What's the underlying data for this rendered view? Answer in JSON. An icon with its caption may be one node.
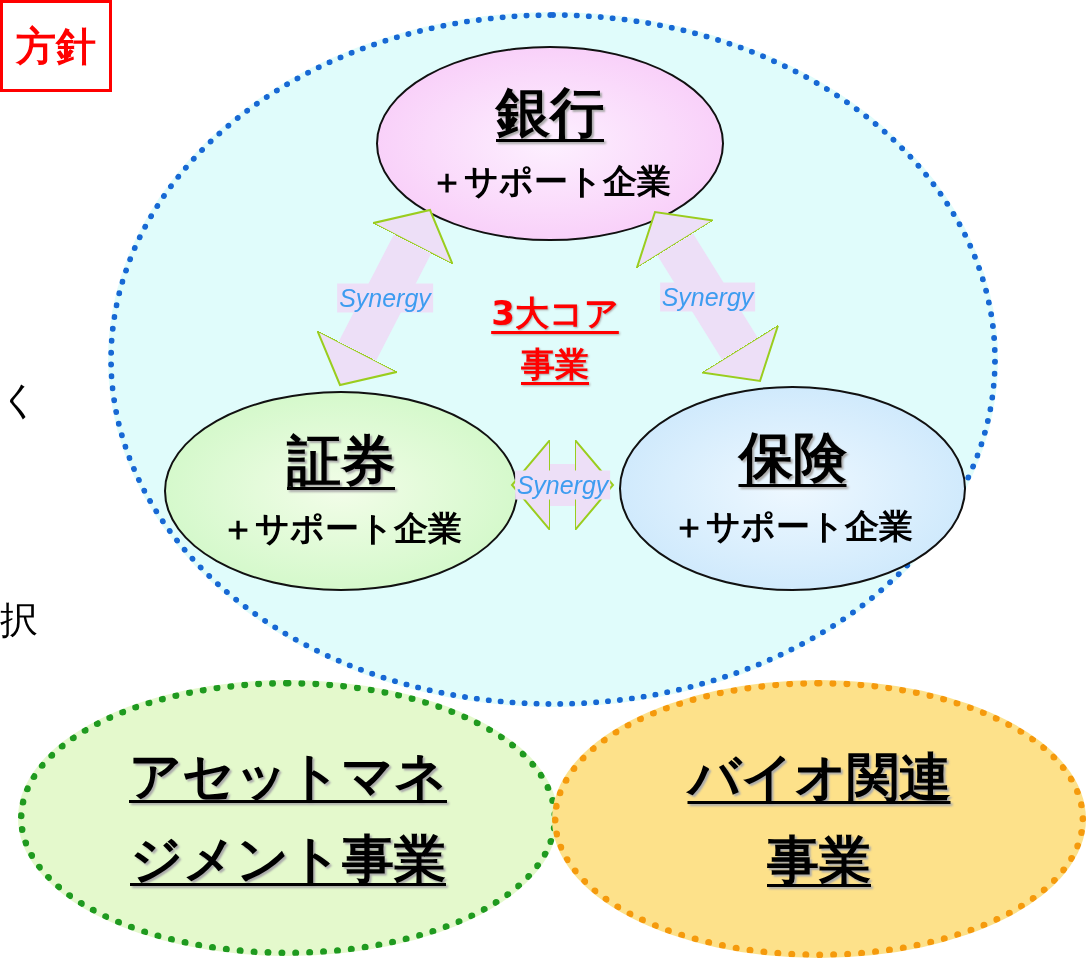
{
  "diagram": {
    "nodes": [
      {
        "text": [],
        "shape": "circle"
      },
      {
        "text": [
          "銀行",
          "＋サポート企業"
        ],
        "in": 0
      },
      {
        "text": [
          "証券",
          "＋サポート企業"
        ],
        "in": 0
      },
      {
        "text": [
          "保険",
          "＋サポート企業"
        ],
        "in": 0
      },
      {
        "text": [
          "アセットマネジメント事業"
        ]
      },
      {
        "text": [
          "バイオ関連事業"
        ]
      },
      {
        "text": [
          "方針"
        ]
      }
    ],
    "edges": [
      {
        "from": 1,
        "to": 2,
        "arrow": "both",
        "label": "Synergy"
      },
      {
        "from": 1,
        "to": 3,
        "arrow": "both",
        "label": "Synergy"
      },
      {
        "from": 2,
        "to": 3,
        "arrow": "both",
        "label": "Synergy"
      }
    ],
    "labels": [
      "3大コア事業",
      "く",
      "択"
    ]
  }
}
